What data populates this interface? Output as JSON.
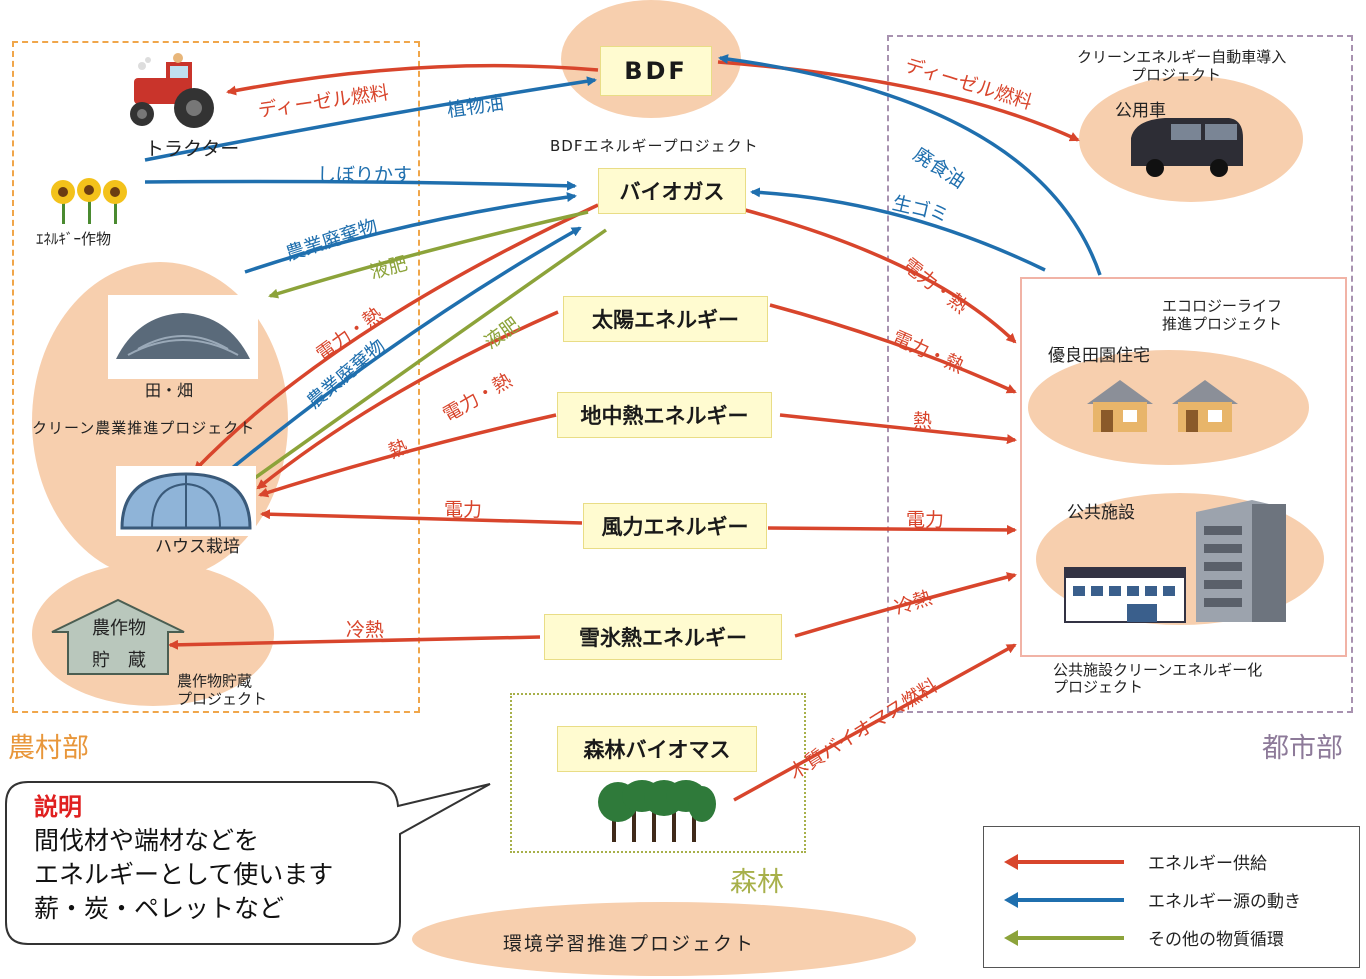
{
  "regions": {
    "rural": "農村部",
    "urban": "都市部",
    "forest": "森林"
  },
  "nodes": {
    "bdf": "BDF",
    "biogas": "バイオガス",
    "solar": "太陽エネルギー",
    "geothermal": "地中熱エネルギー",
    "wind": "風力エネルギー",
    "snow": "雪氷熱エネルギー",
    "forest_biomass": "森林バイオマス"
  },
  "projects": {
    "bdf": "BDFエネルギープロジェクト",
    "clean_vehicle_line1": "クリーンエネルギー自動車導入",
    "clean_vehicle_line2": "プロジェクト",
    "eco_life_line1": "エコロジーライフ",
    "eco_life_line2": "推進プロジェクト",
    "clean_agri": "クリーン農業推進プロジェクト",
    "storage_line1": "農作物貯蔵",
    "storage_line2": "プロジェクト",
    "public_line1": "公共施設クリーンエネルギー化",
    "public_line2": "プロジェクト",
    "env_learning": "環境学習推進プロジェクト"
  },
  "items": {
    "tractor": "トラクター",
    "energy_crop": "ｴﾈﾙｷﾞｰ作物",
    "rice_field": "田・畑",
    "greenhouse": "ハウス栽培",
    "storage_line1": "農作物",
    "storage_line2": "貯　蔵",
    "public_car": "公用車",
    "housing": "優良田園住宅",
    "public_facility": "公共施設"
  },
  "flow_labels": {
    "diesel_left": "ディーゼル燃料",
    "veg_oil": "植物油",
    "pomace": "しぼりかす",
    "agri_waste_upper": "農業廃棄物",
    "liquid_fert_upper": "液肥",
    "power_heat_1": "電力・熱",
    "agri_waste_lower": "農業廃棄物",
    "liquid_fert_lower": "液肥",
    "power_heat_2": "電力・熱",
    "heat_left": "熱",
    "power_left": "電力",
    "cold_heat_left": "冷熱",
    "diesel_right": "ディーゼル燃料",
    "waste_oil": "廃食油",
    "food_waste": "生ゴミ",
    "power_heat_3": "電力・熱",
    "power_heat_4": "電力・熱",
    "heat_right": "熱",
    "power_right": "電力",
    "cold_heat_right": "冷熱",
    "wood_biomass": "木質バイオマス燃料"
  },
  "callout": {
    "title": "説明",
    "line1": "間伐材や端材などを",
    "line2": "エネルギーとして使います",
    "line3": "薪・炭・ペレットなど"
  },
  "legend": [
    {
      "label": "エネルギー供給",
      "color": "#d8452c"
    },
    {
      "label": "エネルギー源の動き",
      "color": "#1f6fae"
    },
    {
      "label": "その他の物質循環",
      "color": "#8ca33a"
    }
  ],
  "colors": {
    "energy_supply": "#d8452c",
    "energy_source": "#1f6fae",
    "material_cycle": "#8ca33a",
    "rural_border": "#f0a64a",
    "urban_border": "#a892b0",
    "forest_border": "#a7b04a",
    "ellipse_fill": "#f7cfae"
  }
}
